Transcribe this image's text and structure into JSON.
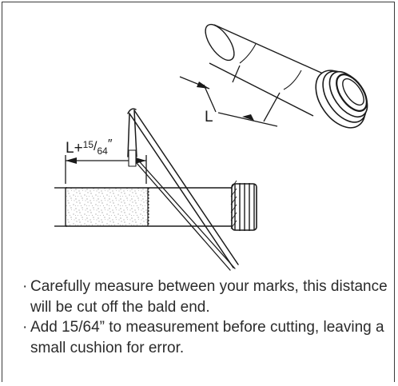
{
  "diagram": {
    "pipe_dimension_label": "L",
    "cut_dimension": {
      "prefix": "L+",
      "numerator": "15",
      "slash": "/",
      "denominator": "64",
      "suffix": "″"
    }
  },
  "instructions": [
    {
      "bullet": "·",
      "text": "Carefully measure between your marks, this distance will be cut off the bald end."
    },
    {
      "bullet": "·",
      "text": "Add 15/64” to measurement before cutting, leaving a small cushion for error."
    }
  ],
  "colors": {
    "line": "#1a1a1a",
    "text": "#2b2b2b",
    "border": "#3a3a3a"
  }
}
